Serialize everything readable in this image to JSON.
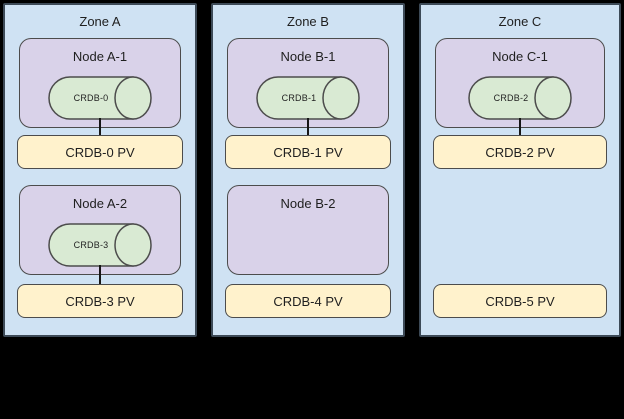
{
  "diagram": {
    "type": "topology-diagram",
    "subject": "CockroachDB nodes and persistent volumes across availability zones"
  },
  "colors": {
    "canvas_background": "#000000",
    "zone_fill": "#cfe2f3",
    "zone_border": "#3d4a57",
    "node_fill": "#d9d2e9",
    "node_border": "#4c4c4c",
    "cylinder_fill": "#d9ead3",
    "cylinder_border": "#4c4c4c",
    "pv_fill": "#fff2cc",
    "pv_border": "#4c4c4c",
    "connector": "#161616",
    "text": "#1f1f1f"
  },
  "zones": [
    {
      "title": "Zone A",
      "rows": [
        {
          "node": {
            "title": "Node A-1",
            "cylinder": "CRDB-0"
          },
          "pv": "CRDB-0 PV",
          "connected": true
        },
        {
          "node": {
            "title": "Node A-2",
            "cylinder": "CRDB-3"
          },
          "pv": "CRDB-3 PV",
          "connected": true
        }
      ]
    },
    {
      "title": "Zone B",
      "rows": [
        {
          "node": {
            "title": "Node B-1",
            "cylinder": "CRDB-1"
          },
          "pv": "CRDB-1 PV",
          "connected": true
        },
        {
          "node": {
            "title": "Node B-2",
            "cylinder": null
          },
          "pv": "CRDB-4 PV",
          "connected": false
        }
      ]
    },
    {
      "title": "Zone C",
      "rows": [
        {
          "node": {
            "title": "Node C-1",
            "cylinder": "CRDB-2"
          },
          "pv": "CRDB-2 PV",
          "connected": true
        },
        {
          "node": null,
          "pv": "CRDB-5 PV",
          "connected": false
        }
      ]
    }
  ]
}
